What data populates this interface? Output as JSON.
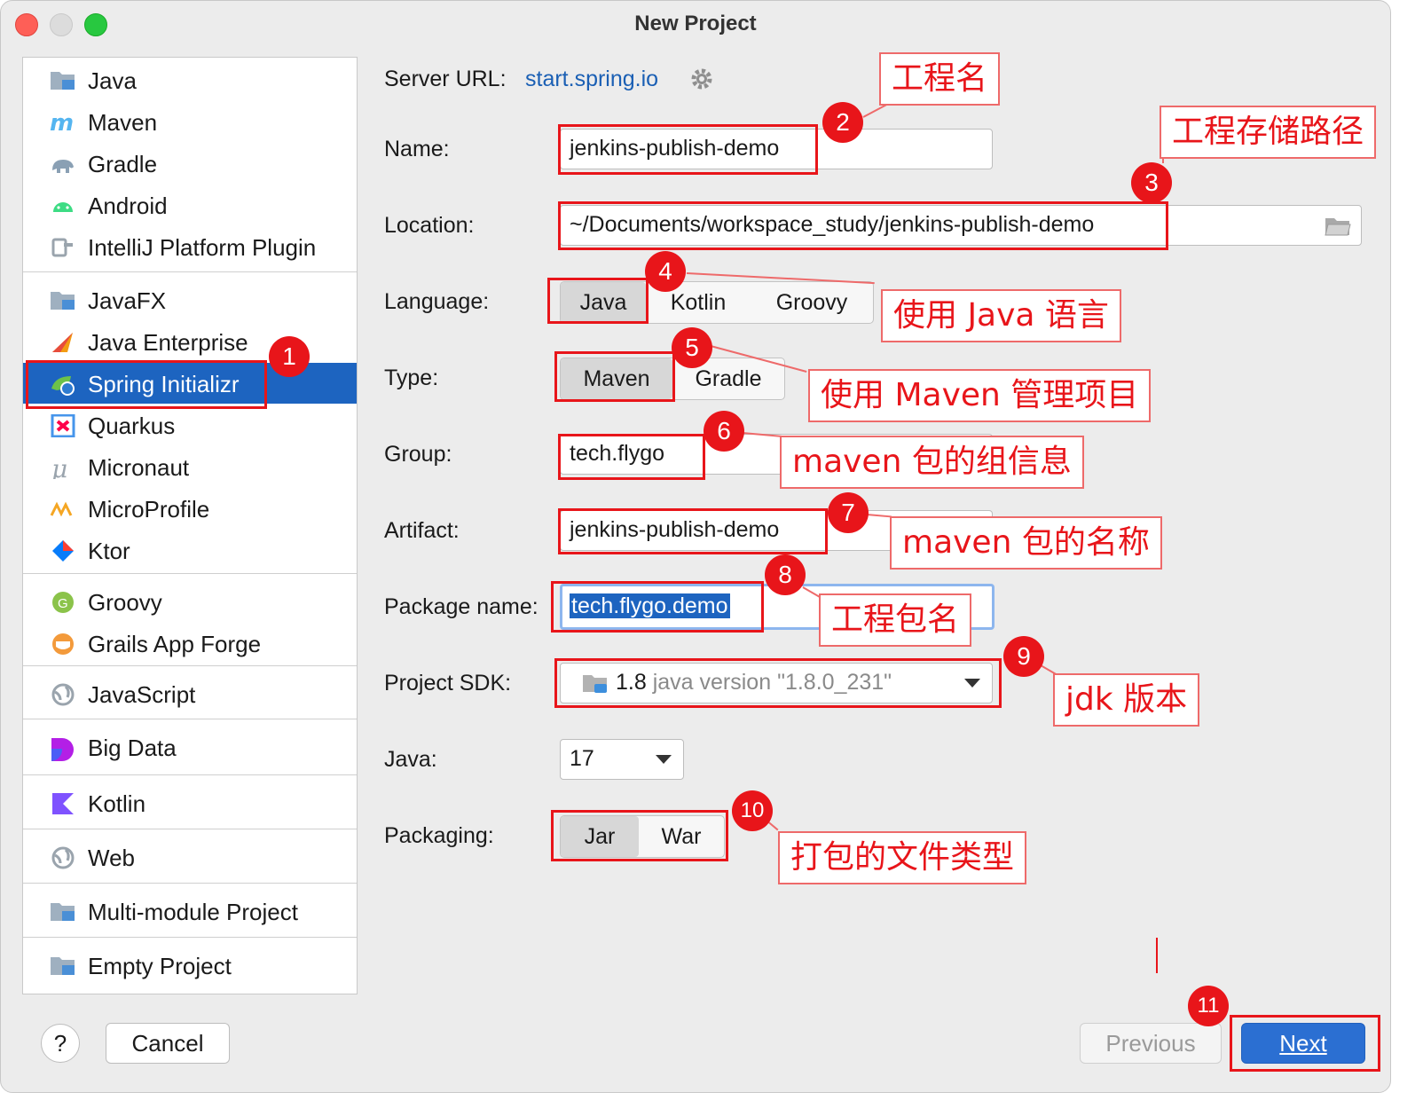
{
  "window": {
    "title": "New Project"
  },
  "sidebar": {
    "groups": [
      [
        {
          "label": "Java",
          "icon": "folder-icon"
        },
        {
          "label": "Maven",
          "icon": "maven-icon"
        },
        {
          "label": "Gradle",
          "icon": "gradle-elephant-icon"
        },
        {
          "label": "Android",
          "icon": "android-icon"
        },
        {
          "label": "IntelliJ Platform Plugin",
          "icon": "plugin-icon"
        }
      ],
      [
        {
          "label": "JavaFX",
          "icon": "folder-icon"
        },
        {
          "label": "Java Enterprise",
          "icon": "java-enterprise-icon"
        },
        {
          "label": "Spring Initializr",
          "icon": "spring-icon",
          "selected": true
        },
        {
          "label": "Quarkus",
          "icon": "quarkus-icon"
        },
        {
          "label": "Micronaut",
          "icon": "micronaut-icon"
        },
        {
          "label": "MicroProfile",
          "icon": "microprofile-icon"
        },
        {
          "label": "Ktor",
          "icon": "ktor-icon"
        }
      ],
      [
        {
          "label": "Groovy",
          "icon": "groovy-icon"
        },
        {
          "label": "Grails App Forge",
          "icon": "grails-icon"
        }
      ],
      [
        {
          "label": "JavaScript",
          "icon": "globe-icon"
        }
      ],
      [
        {
          "label": "Big Data",
          "icon": "big-data-icon"
        }
      ],
      [
        {
          "label": "Kotlin",
          "icon": "kotlin-icon"
        }
      ],
      [
        {
          "label": "Web",
          "icon": "globe-icon"
        }
      ],
      [
        {
          "label": "Multi-module Project",
          "icon": "folder-icon"
        }
      ],
      [
        {
          "label": "Empty Project",
          "icon": "folder-icon"
        }
      ]
    ]
  },
  "form": {
    "server_url_label": "Server URL:",
    "server_url": "start.spring.io",
    "name_label": "Name:",
    "name_value": "jenkins-publish-demo",
    "location_label": "Location:",
    "location_value": "~/Documents/workspace_study/jenkins-publish-demo",
    "language_label": "Language:",
    "language_options": [
      "Java",
      "Kotlin",
      "Groovy"
    ],
    "language_selected": "Java",
    "type_label": "Type:",
    "type_options": [
      "Maven",
      "Gradle"
    ],
    "type_selected": "Maven",
    "group_label": "Group:",
    "group_value": "tech.flygo",
    "artifact_label": "Artifact:",
    "artifact_value": "jenkins-publish-demo",
    "package_label": "Package name:",
    "package_value": "tech.flygo.demo",
    "sdk_label": "Project SDK:",
    "sdk_version": "1.8",
    "sdk_detail": "java version \"1.8.0_231\"",
    "java_label": "Java:",
    "java_value": "17",
    "packaging_label": "Packaging:",
    "packaging_options": [
      "Jar",
      "War"
    ],
    "packaging_selected": "Jar"
  },
  "buttons": {
    "help": "?",
    "cancel": "Cancel",
    "previous": "Previous",
    "next": "Next"
  },
  "annotations": {
    "color": "#e8151a",
    "badges": [
      "1",
      "2",
      "3",
      "4",
      "5",
      "6",
      "7",
      "8",
      "9",
      "10",
      "11"
    ],
    "callouts": {
      "name": "工程名",
      "location": "工程存储路径",
      "language": "使用 Java 语言",
      "type": "使用 Maven 管理项目",
      "group": "maven 包的组信息",
      "artifact": "maven 包的名称",
      "package": "工程包名",
      "sdk": "jdk 版本",
      "packaging": "打包的文件类型"
    }
  },
  "colors": {
    "selection": "#1d64c0",
    "link": "#1a5fb4",
    "next_button": "#2b6fd2"
  }
}
